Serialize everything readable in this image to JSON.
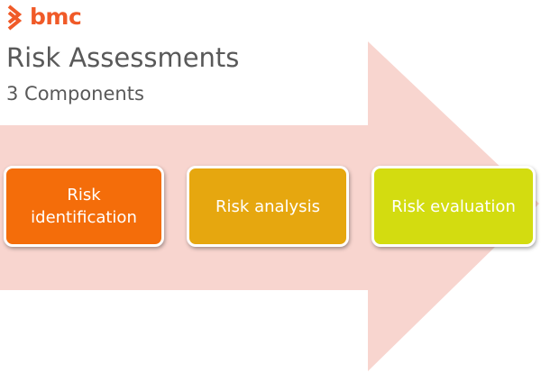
{
  "brand": {
    "name": "bmc",
    "color": "#f05a28"
  },
  "title": "Risk Assessments",
  "subtitle": "3 Components",
  "arrow": {
    "color": "#f8d5cf"
  },
  "components": [
    {
      "label": "Risk identification",
      "color": "#f46d0a",
      "lines": [
        "Risk",
        "identification"
      ]
    },
    {
      "label": "Risk analysis",
      "color": "#e6a70f",
      "lines": [
        "Risk analysis"
      ]
    },
    {
      "label": "Risk evaluation",
      "color": "#d3dc10",
      "lines": [
        "Risk evaluation"
      ]
    }
  ],
  "icons": {
    "logo": "bmc-chevron-logo-icon"
  }
}
